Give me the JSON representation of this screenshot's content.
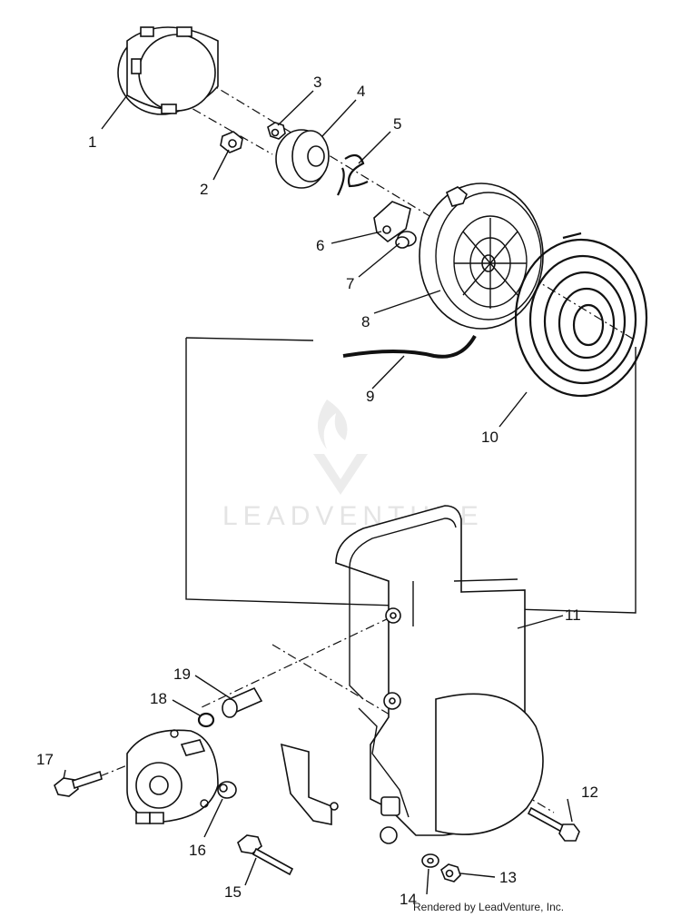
{
  "watermark": "LEADVENTURE",
  "credit": "Rendered by LeadVenture, Inc.",
  "callouts": [
    {
      "id": "1",
      "label": "1"
    },
    {
      "id": "2",
      "label": "2"
    },
    {
      "id": "3",
      "label": "3"
    },
    {
      "id": "4",
      "label": "4"
    },
    {
      "id": "5",
      "label": "5"
    },
    {
      "id": "6",
      "label": "6"
    },
    {
      "id": "7",
      "label": "7"
    },
    {
      "id": "8",
      "label": "8"
    },
    {
      "id": "9",
      "label": "9"
    },
    {
      "id": "10",
      "label": "10"
    },
    {
      "id": "11",
      "label": "11"
    },
    {
      "id": "12",
      "label": "12"
    },
    {
      "id": "13",
      "label": "13"
    },
    {
      "id": "14",
      "label": "14"
    },
    {
      "id": "15",
      "label": "15"
    },
    {
      "id": "16",
      "label": "16"
    },
    {
      "id": "17",
      "label": "17"
    },
    {
      "id": "18",
      "label": "18"
    },
    {
      "id": "19",
      "label": "19"
    }
  ]
}
